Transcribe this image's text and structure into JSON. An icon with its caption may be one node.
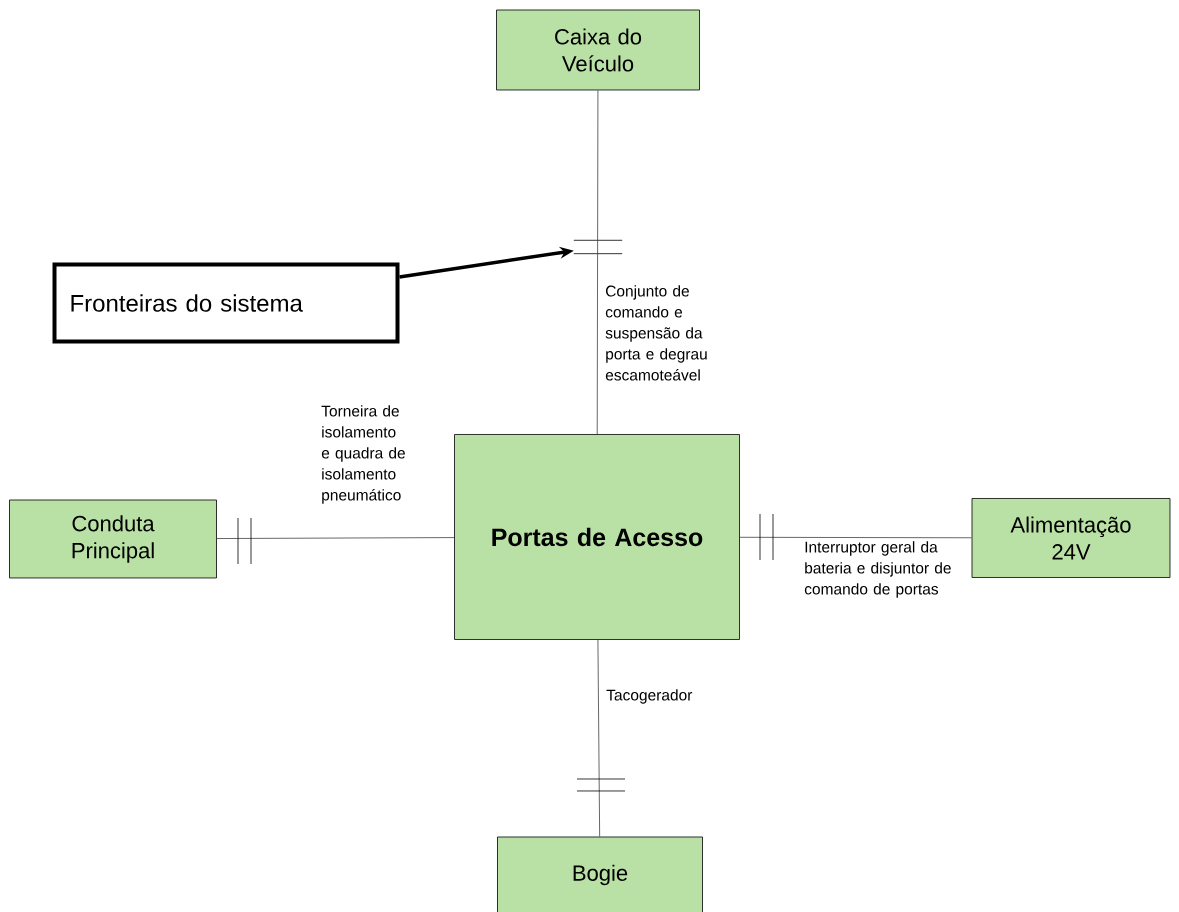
{
  "diagram": {
    "nodes": [
      {
        "text": [
          "Portas de Acesso"
        ]
      },
      {
        "text": [
          "Caixa do Veículo"
        ]
      },
      {
        "text": [
          "Conduta Principal"
        ]
      },
      {
        "text": [
          "Alimentação 24V"
        ]
      },
      {
        "text": [
          "Bogie"
        ]
      },
      {
        "text": [
          "Fronteiras do sistema"
        ]
      },
      {
        "text": [],
        "shape": "bar"
      }
    ],
    "edges": [
      {
        "from": 0,
        "to": 1,
        "arrow": "none",
        "label": "Conjunto de comando e suspensão da porta e degrau escamoteável"
      },
      {
        "from": 0,
        "to": 2,
        "arrow": "none",
        "label": "Torneira de isolamento e quadra de isolamento pneumático"
      },
      {
        "from": 0,
        "to": 3,
        "arrow": "none",
        "label": "Interruptor geral da bateria e disjuntor de comando de portas"
      },
      {
        "from": 0,
        "to": 4,
        "arrow": "none",
        "label": "Tacogerador"
      },
      {
        "from": 5,
        "to": 6,
        "arrow": "to",
        "style": "thick"
      }
    ]
  }
}
